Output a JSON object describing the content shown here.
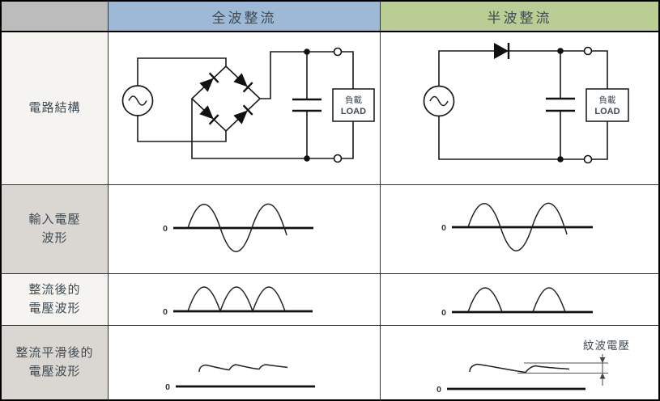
{
  "headers": {
    "full_wave": "全波整流",
    "half_wave": "半波整流"
  },
  "row_labels": [
    {
      "lines": [
        "電路結構"
      ]
    },
    {
      "lines": [
        "輸入電壓",
        "波形"
      ]
    },
    {
      "lines": [
        "整流後的",
        "電壓波形"
      ]
    },
    {
      "lines": [
        "整流平滑後的",
        "電壓波形"
      ]
    }
  ],
  "circuit": {
    "load_zh": "負載",
    "load_en": "LOAD"
  },
  "waveforms": {
    "zero_label": "0"
  },
  "annotations": {
    "ripple_voltage": "紋波電壓"
  },
  "colors": {
    "full_wave_header_bg": "#9db9d6",
    "half_wave_header_bg": "#bacd95",
    "corner_bg": "#bcbcbc",
    "label_row_light_bg": "#f5f4f1",
    "label_row_dark_bg": "#dad7d2",
    "grid_line": "#333333",
    "text": "#3f4a52"
  }
}
